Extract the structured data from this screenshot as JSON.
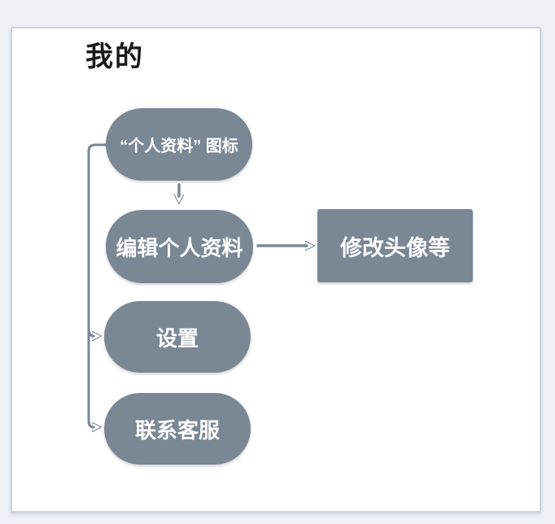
{
  "page": {
    "title": "我的",
    "colors": {
      "page_bg": "#edf1f5",
      "card_bg": "#ffffff",
      "card_border": "#ccd4dd",
      "node_fill": "#7a8795",
      "node_text": "#ffffff",
      "connector": "#7a8795",
      "title_text": "#1a1a1a"
    }
  },
  "diagram": {
    "nodes": [
      {
        "id": "profile-icon",
        "shape": "pill",
        "label": "“个人资料” 图标"
      },
      {
        "id": "edit-profile",
        "shape": "pill",
        "label": "编辑个人资料"
      },
      {
        "id": "modify-avatar",
        "shape": "rect",
        "label": "修改头像等"
      },
      {
        "id": "settings",
        "shape": "pill",
        "label": "设置"
      },
      {
        "id": "contact-support",
        "shape": "pill",
        "label": "联系客服"
      }
    ],
    "edges": [
      {
        "from": "profile-icon",
        "to": "edit-profile",
        "type": "arrow-down"
      },
      {
        "from": "edit-profile",
        "to": "modify-avatar",
        "type": "arrow-right"
      },
      {
        "from": "profile-icon",
        "to": "settings",
        "type": "branch-arrow"
      },
      {
        "from": "profile-icon",
        "to": "contact-support",
        "type": "branch-arrow"
      }
    ]
  }
}
